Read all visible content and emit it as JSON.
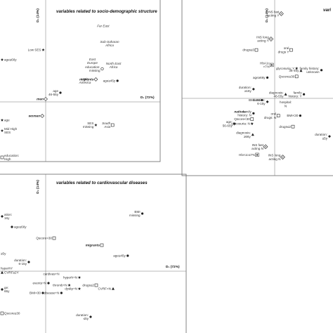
{
  "chart_data": [
    {
      "type": "scatter",
      "title": "variables related to socio-demographic structure",
      "xlabel": "D₁ (72%)",
      "ylabel": "D₂ (14%)",
      "xlim": [
        -1.5,
        2.0
      ],
      "ylim": [
        -1.55,
        1.5
      ],
      "points": [
        {
          "label": "age≥66y",
          "x": -0.9,
          "y": 0.6,
          "marker": "star",
          "style": "normal"
        },
        {
          "label": "Low SES",
          "x": -0.05,
          "y": 0.74,
          "marker": "star",
          "style": "normal"
        },
        {
          "label": "Far East",
          "x": 1.17,
          "y": 1.08,
          "marker": "none",
          "style": "italic"
        },
        {
          "label": "Sub-Saharan\nAfrica",
          "x": 1.3,
          "y": 0.83,
          "marker": "none",
          "style": "italic"
        },
        {
          "label": "East\nEurope",
          "x": 0.95,
          "y": 0.58,
          "marker": "none",
          "style": "italic"
        },
        {
          "label": "North East\nAfrica",
          "x": 1.38,
          "y": 0.52,
          "marker": "none",
          "style": "italic"
        },
        {
          "label": "education:\nmissing",
          "x": 1.15,
          "y": 0.47,
          "marker": "circle-open",
          "style": "normal"
        },
        {
          "label": "Latin\nAmerica",
          "x": 0.8,
          "y": 0.3,
          "marker": "none",
          "style": "italic"
        },
        {
          "label": "migrants",
          "x": 1.02,
          "y": 0.32,
          "marker": "diamond-open",
          "style": "bold-italic"
        },
        {
          "label": "age≥45y",
          "x": 1.46,
          "y": 0.3,
          "marker": "circle",
          "style": "normal"
        },
        {
          "label": "age\n46-55y",
          "x": 0.3,
          "y": 0.13,
          "marker": "circle",
          "style": "normal"
        },
        {
          "label": "men",
          "x": 0.0,
          "y": 0.04,
          "marker": "diamond-open",
          "style": "bold-italic"
        },
        {
          "label": "SES\nmissing",
          "x": 1.02,
          "y": -0.33,
          "marker": "star",
          "style": "normal"
        },
        {
          "label": "South\nAsia",
          "x": 1.36,
          "y": -0.33,
          "marker": "square-open",
          "style": "italic"
        },
        {
          "label": "women",
          "x": -0.07,
          "y": -0.2,
          "marker": "diamond-open",
          "style": "bold-italic"
        },
        {
          "label": "age",
          "x": -1.45,
          "y": -0.26,
          "marker": "star",
          "style": "normal"
        },
        {
          "label": "Mid High\nSES",
          "x": -1.3,
          "y": -0.41,
          "marker": "star",
          "style": "normal"
        },
        {
          "label": "education:\nHigh",
          "x": -1.1,
          "y": -0.98,
          "marker": "square-open",
          "style": "normal"
        }
      ]
    },
    {
      "type": "scatter",
      "title": "vari",
      "xlabel": "",
      "ylabel": "D₂ (14%)",
      "xlim": [
        -1.5,
        2.0
      ],
      "ylim": [
        -1.55,
        1.5
      ],
      "points": [
        {
          "label": "INS fast\nacting Y",
          "x": 0.18,
          "y": 1.47,
          "marker": "diamond-x",
          "style": "normal"
        },
        {
          "label": "INS long\nacting Y",
          "x": -0.1,
          "y": 1.03,
          "marker": "diamond-x",
          "style": "normal"
        },
        {
          "label": "drugs≥3",
          "x": -0.5,
          "y": 0.84,
          "marker": "square-open",
          "style": "normal"
        },
        {
          "label": "oral\ndrugs Y",
          "x": 0.45,
          "y": 0.84,
          "marker": "square-open",
          "style": "normal"
        },
        {
          "label": "HbA1c\n>7%",
          "x": -0.08,
          "y": 0.58,
          "marker": "star-box",
          "style": "normal"
        },
        {
          "label": "family history:\nunknown",
          "x": 1.28,
          "y": 0.49,
          "marker": "circle",
          "style": "normal"
        },
        {
          "label": "age≥66y",
          "x": -0.2,
          "y": 0.36,
          "marker": "circle",
          "style": "normal"
        },
        {
          "label": "glycosuria: Y",
          "x": 0.6,
          "y": 0.52,
          "marker": "star",
          "style": "normal"
        },
        {
          "label": "Qscore≥30",
          "x": 0.6,
          "y": 0.38,
          "marker": "square-open",
          "style": "normal"
        },
        {
          "label": "36-45y",
          "x": 0.72,
          "y": 0.48,
          "marker": "triangle",
          "style": "normal"
        },
        {
          "label": "duration:\n≥16y",
          "x": -0.58,
          "y": 0.16,
          "marker": "diamond",
          "style": "normal"
        },
        {
          "label": "diagnosis:\n46-55y",
          "x": 0.3,
          "y": 0.07,
          "marker": "triangle",
          "style": "normal"
        },
        {
          "label": "family\nhistory: Y",
          "x": 0.8,
          "y": 0.07,
          "marker": "circle",
          "style": "normal"
        },
        {
          "label": "BMI≥30",
          "x": -0.35,
          "y": -0.03,
          "marker": "circle",
          "style": "normal"
        },
        {
          "label": "duration:\n6-15y",
          "x": -0.2,
          "y": -0.06,
          "marker": "diamond",
          "style": "normal"
        },
        {
          "label": "hospital:\nN",
          "x": 0.3,
          "y": -0.1,
          "marker": "none",
          "style": "normal"
        },
        {
          "label": "natives",
          "x": -0.95,
          "y": -0.23,
          "marker": "none",
          "style": "bold"
        },
        {
          "label": "family\nhistory: N",
          "x": -0.58,
          "y": -0.26,
          "marker": "circle",
          "style": "normal"
        },
        {
          "label": "oral\ndrugs: N",
          "x": 0.1,
          "y": -0.3,
          "marker": "square-open",
          "style": "normal"
        },
        {
          "label": "BMI<30",
          "x": 0.7,
          "y": -0.3,
          "marker": "circle",
          "style": "normal"
        },
        {
          "label": "age:\n56-65y",
          "x": -1.1,
          "y": -0.44,
          "marker": "circle",
          "style": "normal"
        },
        {
          "label": "Qscore<30",
          "x": -0.62,
          "y": -0.36,
          "marker": "square-open",
          "style": "normal"
        },
        {
          "label": "glycosuria: N",
          "x": -0.62,
          "y": -0.44,
          "marker": "star",
          "style": "normal"
        },
        {
          "label": "diagnosis:\n≥56y",
          "x": -0.6,
          "y": -0.63,
          "marker": "triangle",
          "style": "normal"
        },
        {
          "label": "drugs≤2",
          "x": 0.5,
          "y": -0.49,
          "marker": "square-open",
          "style": "normal"
        },
        {
          "label": "duration:\n≤5y",
          "x": 1.62,
          "y": -0.66,
          "marker": "diamond",
          "style": "normal"
        },
        {
          "label": "INS fast\nacting N",
          "x": -0.25,
          "y": -0.84,
          "marker": "diamond-x",
          "style": "normal"
        },
        {
          "label": "HbA1c≤7%",
          "x": -0.48,
          "y": -0.98,
          "marker": "star-box",
          "style": "normal"
        },
        {
          "label": "INS long\nacting N",
          "x": 0.22,
          "y": -1.02,
          "marker": "diamond-x",
          "style": "normal"
        }
      ]
    },
    {
      "type": "scatter",
      "title": "variables related to cardiovascular diseases",
      "xlabel": "D₁ (72%)",
      "ylabel": "D₂ (14%)",
      "xlim": [
        -1.5,
        2.0
      ],
      "ylim": [
        -1.55,
        1.5
      ],
      "points": [
        {
          "label": "ation:\n16y",
          "x": -1.45,
          "y": 0.78,
          "marker": "diamond",
          "style": "normal"
        },
        {
          "label": "age≥66y",
          "x": -0.6,
          "y": 0.63,
          "marker": "circle",
          "style": "normal"
        },
        {
          "label": "BMI\nmissing",
          "x": 1.72,
          "y": 0.82,
          "marker": "circle",
          "style": "normal"
        },
        {
          "label": "Qscore<30",
          "x": 0.15,
          "y": 0.47,
          "marker": "square-open",
          "style": "normal"
        },
        {
          "label": "migrants",
          "x": 1.0,
          "y": 0.37,
          "marker": "square-open",
          "style": "bold"
        },
        {
          "label": "age≥45y",
          "x": 1.46,
          "y": 0.22,
          "marker": "circle",
          "style": "normal"
        },
        {
          "label": "≥5y",
          "x": -1.45,
          "y": 0.25,
          "marker": "none",
          "style": "normal"
        },
        {
          "label": "duration:\n6-15y",
          "x": -0.3,
          "y": 0.13,
          "marker": "diamond",
          "style": "normal"
        },
        {
          "label": "hyperhY",
          "x": -1.42,
          "y": 0.04,
          "marker": "none",
          "style": "normal"
        },
        {
          "label": "CVRF≥2Y",
          "x": -0.92,
          "y": -0.02,
          "marker": "triangle",
          "style": "normal"
        },
        {
          "label": "cardivas+N",
          "x": 0.1,
          "y": -0.04,
          "marker": "none",
          "style": "normal"
        },
        {
          "label": "hyperh+N",
          "x": 0.6,
          "y": -0.09,
          "marker": "star",
          "style": "normal"
        },
        {
          "label": "events+N",
          "x": 0.05,
          "y": -0.17,
          "marker": "circle",
          "style": "normal"
        },
        {
          "label": "thromb+N",
          "x": 0.42,
          "y": -0.2,
          "marker": "star",
          "style": "normal"
        },
        {
          "label": "drugs≤2",
          "x": 0.9,
          "y": -0.2,
          "marker": "square-open",
          "style": "normal"
        },
        {
          "label": "dyslip+N",
          "x": 0.6,
          "y": -0.25,
          "marker": "star",
          "style": "normal"
        },
        {
          "label": "CVRF<N",
          "x": 1.2,
          "y": -0.25,
          "marker": "triangle",
          "style": "normal"
        },
        {
          "label": "BMI<30",
          "x": -0.05,
          "y": -0.31,
          "marker": "circle",
          "style": "normal"
        },
        {
          "label": "disease+N",
          "x": 0.28,
          "y": -0.31,
          "marker": "circle",
          "style": "normal"
        },
        {
          "label": "ge:\n65y",
          "x": -1.45,
          "y": -0.26,
          "marker": "circle",
          "style": "normal"
        },
        {
          "label": "duration:\n≤5y",
          "x": 0.8,
          "y": -0.65,
          "marker": "diamond",
          "style": "normal"
        },
        {
          "label": "Qscore≥30",
          "x": -1.15,
          "y": -0.6,
          "marker": "square-open",
          "style": "normal"
        }
      ]
    }
  ]
}
